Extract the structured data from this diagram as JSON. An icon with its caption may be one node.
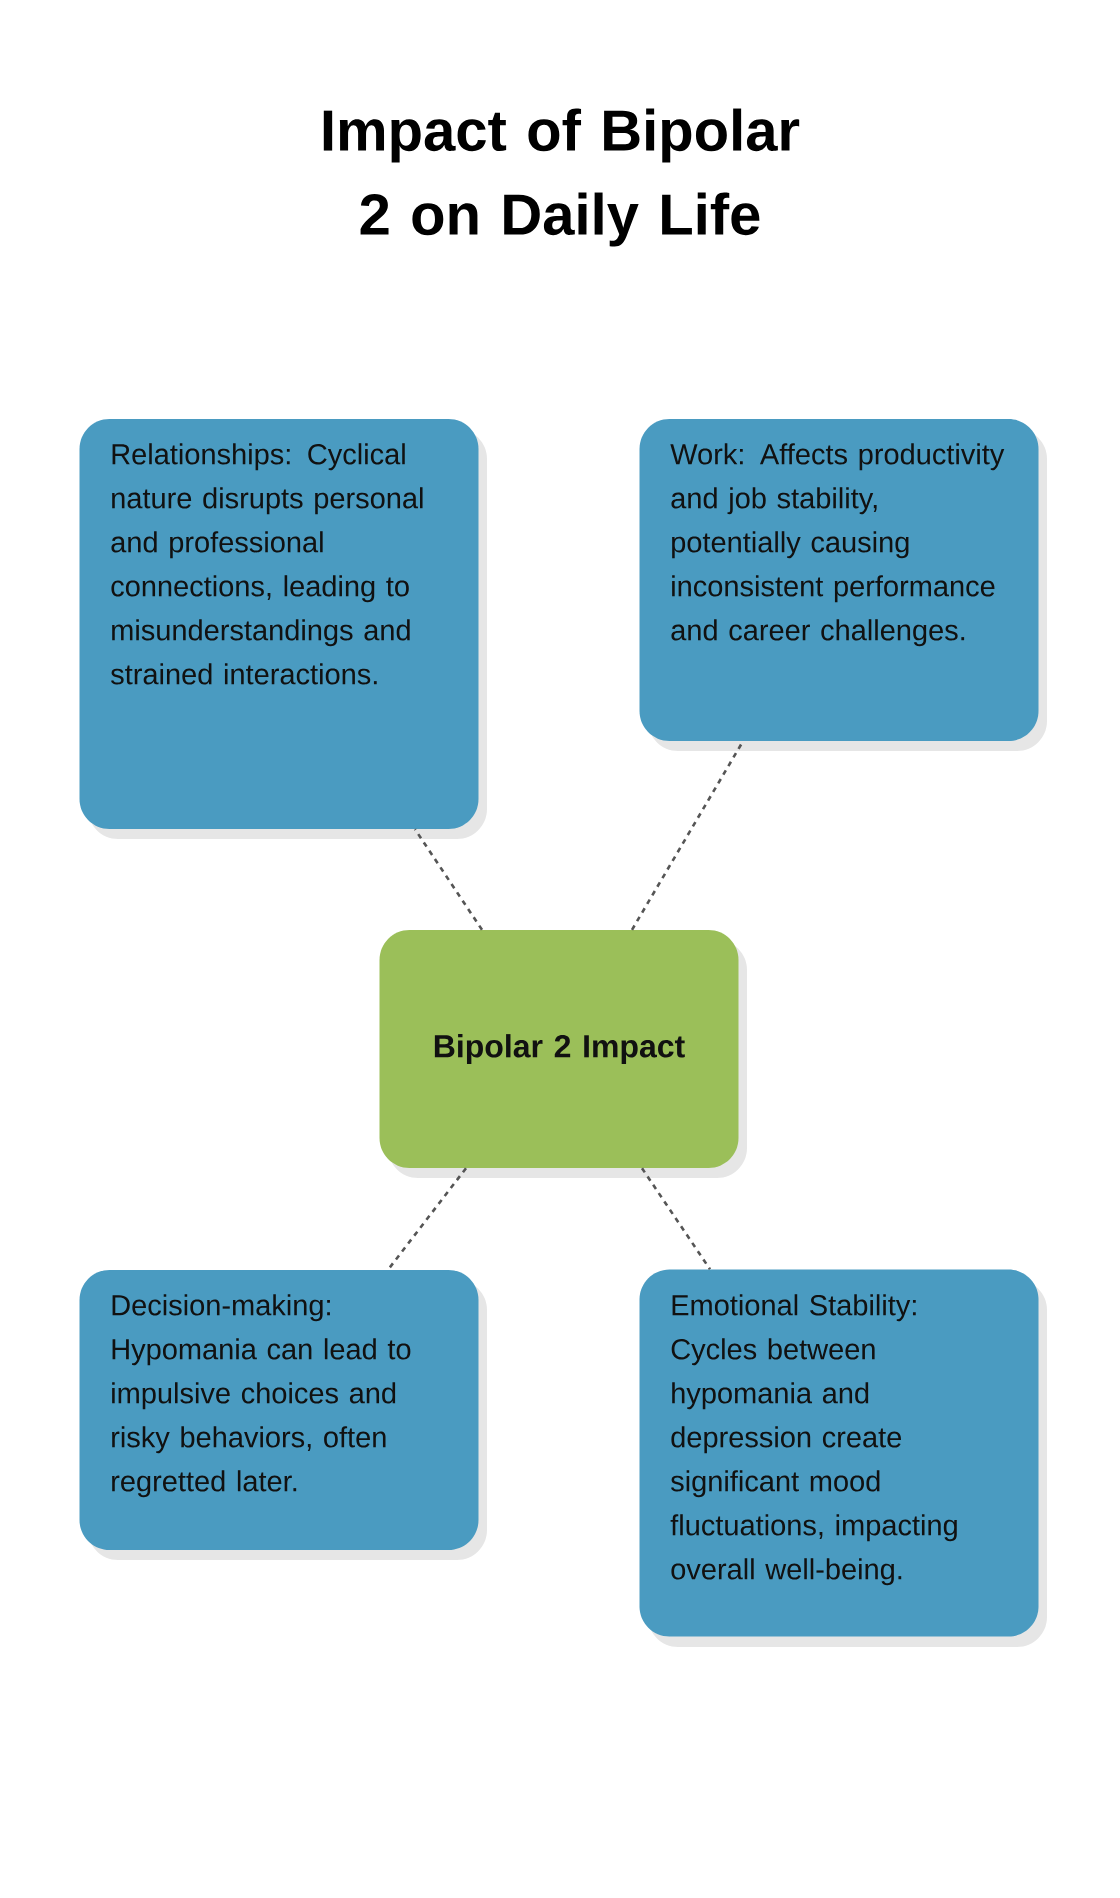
{
  "diagram": {
    "title": "Impact of Bipolar 2 on Daily Life",
    "nodes": [
      {
        "text": [
          "Relationships: Cyclical nature disrupts personal and professional connections, leading to misunderstandings and strained interactions."
        ]
      },
      {
        "text": [
          "Work: Affects productivity and job stability, potentially causing inconsistent performance and career challenges."
        ]
      },
      {
        "text": [
          "Bipolar 2 Impact"
        ]
      },
      {
        "text": [
          "Decision-making: Hypomania can lead to impulsive choices and risky behaviors, often regretted later."
        ]
      },
      {
        "text": [
          "Emotional Stability: Cycles between hypomania and depression create significant mood fluctuations, impacting overall well-being."
        ]
      }
    ],
    "edges": [
      {
        "from": 2,
        "to": 0,
        "arrow": "none"
      },
      {
        "from": 2,
        "to": 1,
        "arrow": "none"
      },
      {
        "from": 2,
        "to": 3,
        "arrow": "none"
      },
      {
        "from": 2,
        "to": 4,
        "arrow": "none"
      }
    ]
  }
}
